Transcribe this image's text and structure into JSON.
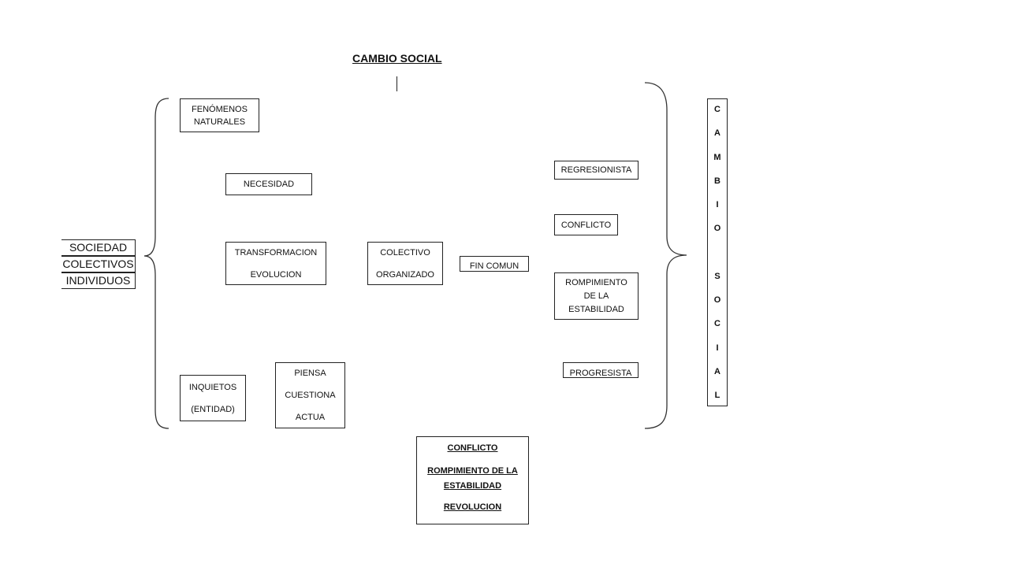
{
  "title": "CAMBIO SOCIAL",
  "left_list": [
    "SOCIEDAD",
    "COLECTIVOS",
    "INDIVIDUOS"
  ],
  "boxes": {
    "fenomenos": [
      "FENÓMENOS",
      "NATURALES"
    ],
    "necesidad": [
      "NECESIDAD"
    ],
    "transformacion": [
      "TRANSFORMACION",
      "EVOLUCION"
    ],
    "colectivo": [
      "COLECTIVO",
      "ORGANIZADO"
    ],
    "fin_comun": [
      "FIN COMUN"
    ],
    "inquietos": [
      "INQUIETOS",
      "(ENTIDAD)"
    ],
    "piensa": [
      "PIENSA",
      "CUESTIONA",
      "ACTUA"
    ],
    "regresionista": [
      "REGRESIONISTA"
    ],
    "conflicto": [
      "CONFLICTO"
    ],
    "rompimiento": [
      "ROMPIMIENTO",
      "DE LA",
      "ESTABILIDAD"
    ],
    "progresista": [
      "PROGRESISTA"
    ]
  },
  "vertical_label": [
    "C",
    "A",
    "M",
    "B",
    "I",
    "O",
    "",
    "S",
    "O",
    "C",
    "I",
    "A",
    "L"
  ],
  "summary": [
    "CONFLICTO",
    "ROMPIMIENTO DE LA ESTABILIDAD",
    "REVOLUCION"
  ]
}
